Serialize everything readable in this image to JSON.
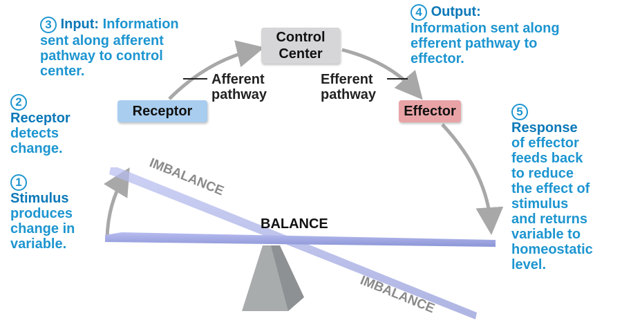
{
  "steps": {
    "input": {
      "number": "3",
      "title": "Input:",
      "lines": [
        "Information",
        "sent along afferent",
        "pathway to control",
        "center."
      ]
    },
    "receptor": {
      "number": "2",
      "title": "Receptor",
      "lines": [
        "detects",
        "change."
      ]
    },
    "stimulus": {
      "number": "1",
      "title": "Stimulus",
      "lines": [
        "produces",
        "change in",
        "variable."
      ]
    },
    "output": {
      "number": "4",
      "title": "Output:",
      "lines": [
        "Information sent along",
        "efferent pathway to",
        "effector."
      ]
    },
    "response": {
      "number": "5",
      "title": "Response",
      "lines": [
        "of effector",
        "feeds back",
        "to reduce",
        "the effect of",
        "stimulus",
        "and returns",
        "variable to",
        "homeostatic",
        "level."
      ]
    }
  },
  "boxes": {
    "control_center": {
      "line1": "Control",
      "line2": "Center",
      "color": "#d6d6d8"
    },
    "receptor": {
      "label": "Receptor",
      "color": "#a9cdee"
    },
    "effector": {
      "label": "Effector",
      "color": "#e9a3a7"
    }
  },
  "pathways": {
    "afferent": [
      "Afferent",
      "pathway"
    ],
    "efferent": [
      "Efferent",
      "pathway"
    ]
  },
  "seesaw": {
    "balance": "BALANCE",
    "imbalance_top": "IMBALANCE",
    "imbalance_bottom": "IMBALANCE"
  },
  "colors": {
    "text_blue": "#1d95d0",
    "arrow_gray": "#a8a8a8",
    "plank": "#9aa3e0"
  }
}
